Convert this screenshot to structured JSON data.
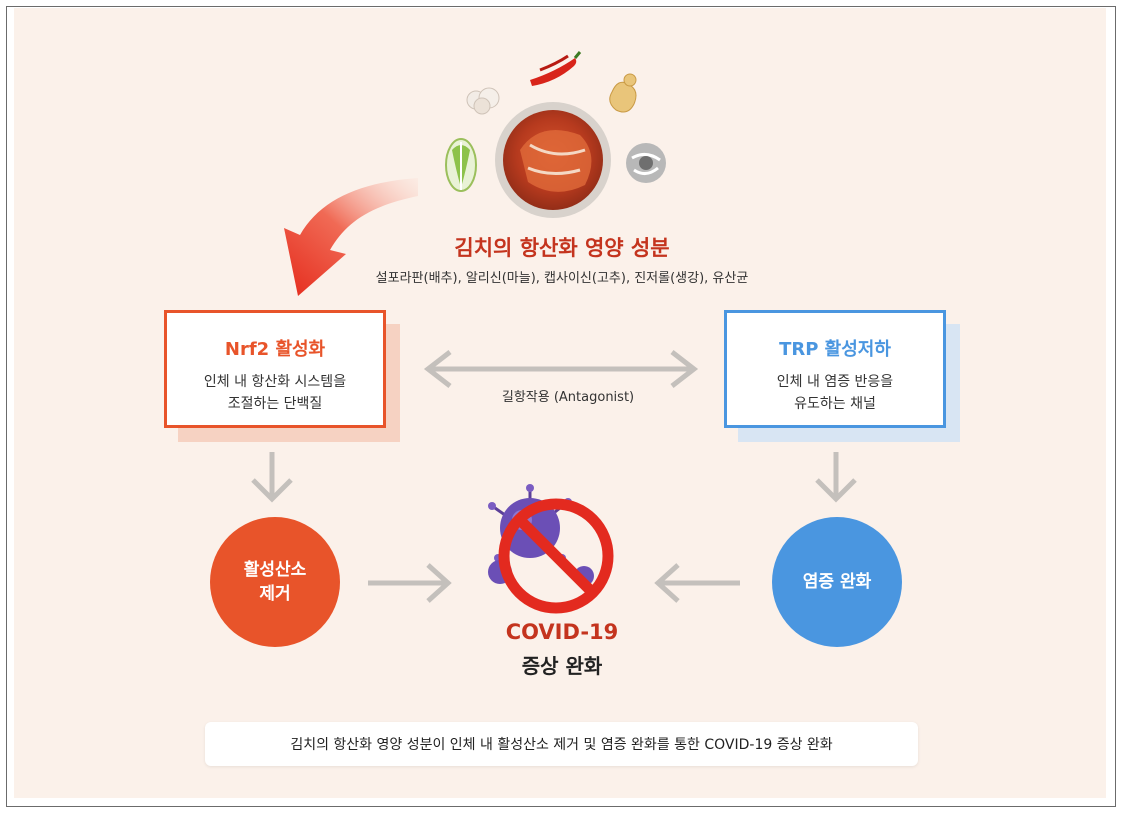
{
  "header": {
    "title": "김치의 항산화 영양 성분",
    "subtitle": "설포라판(배추), 알리신(마늘), 캡사이신(고추), 진저롤(생강), 유산균"
  },
  "left_box": {
    "title": "Nrf2 활성화",
    "desc_line1": "인체 내 항산화 시스템을",
    "desc_line2": "조절하는 단백질"
  },
  "right_box": {
    "title": "TRP 활성저하",
    "desc_line1": "인체 내 염증 반응을",
    "desc_line2": "유도하는 채널"
  },
  "antagonist_label": "길항작용 (Antagonist)",
  "left_circle": {
    "line1": "활성산소",
    "line2": "제거"
  },
  "right_circle": {
    "line1": "염증 완화"
  },
  "center": {
    "title": "COVID-19",
    "subtitle": "증상 완화"
  },
  "caption": "김치의 항산화 영양 성분이 인체 내 활성산소 제거 및 염증 완화를 통한 COVID-19 증상 완화",
  "colors": {
    "orange": "#e8542a",
    "blue": "#4a96e0",
    "red_title": "#c4341e",
    "arrow_gray": "#c4c0bc",
    "background": "#fbf1ea"
  },
  "icons": [
    "kimchi-bowl-icon",
    "cabbage-icon",
    "garlic-icon",
    "chili-pepper-icon",
    "ginger-icon",
    "lactobacillus-icon",
    "virus-icon",
    "prohibition-icon"
  ]
}
